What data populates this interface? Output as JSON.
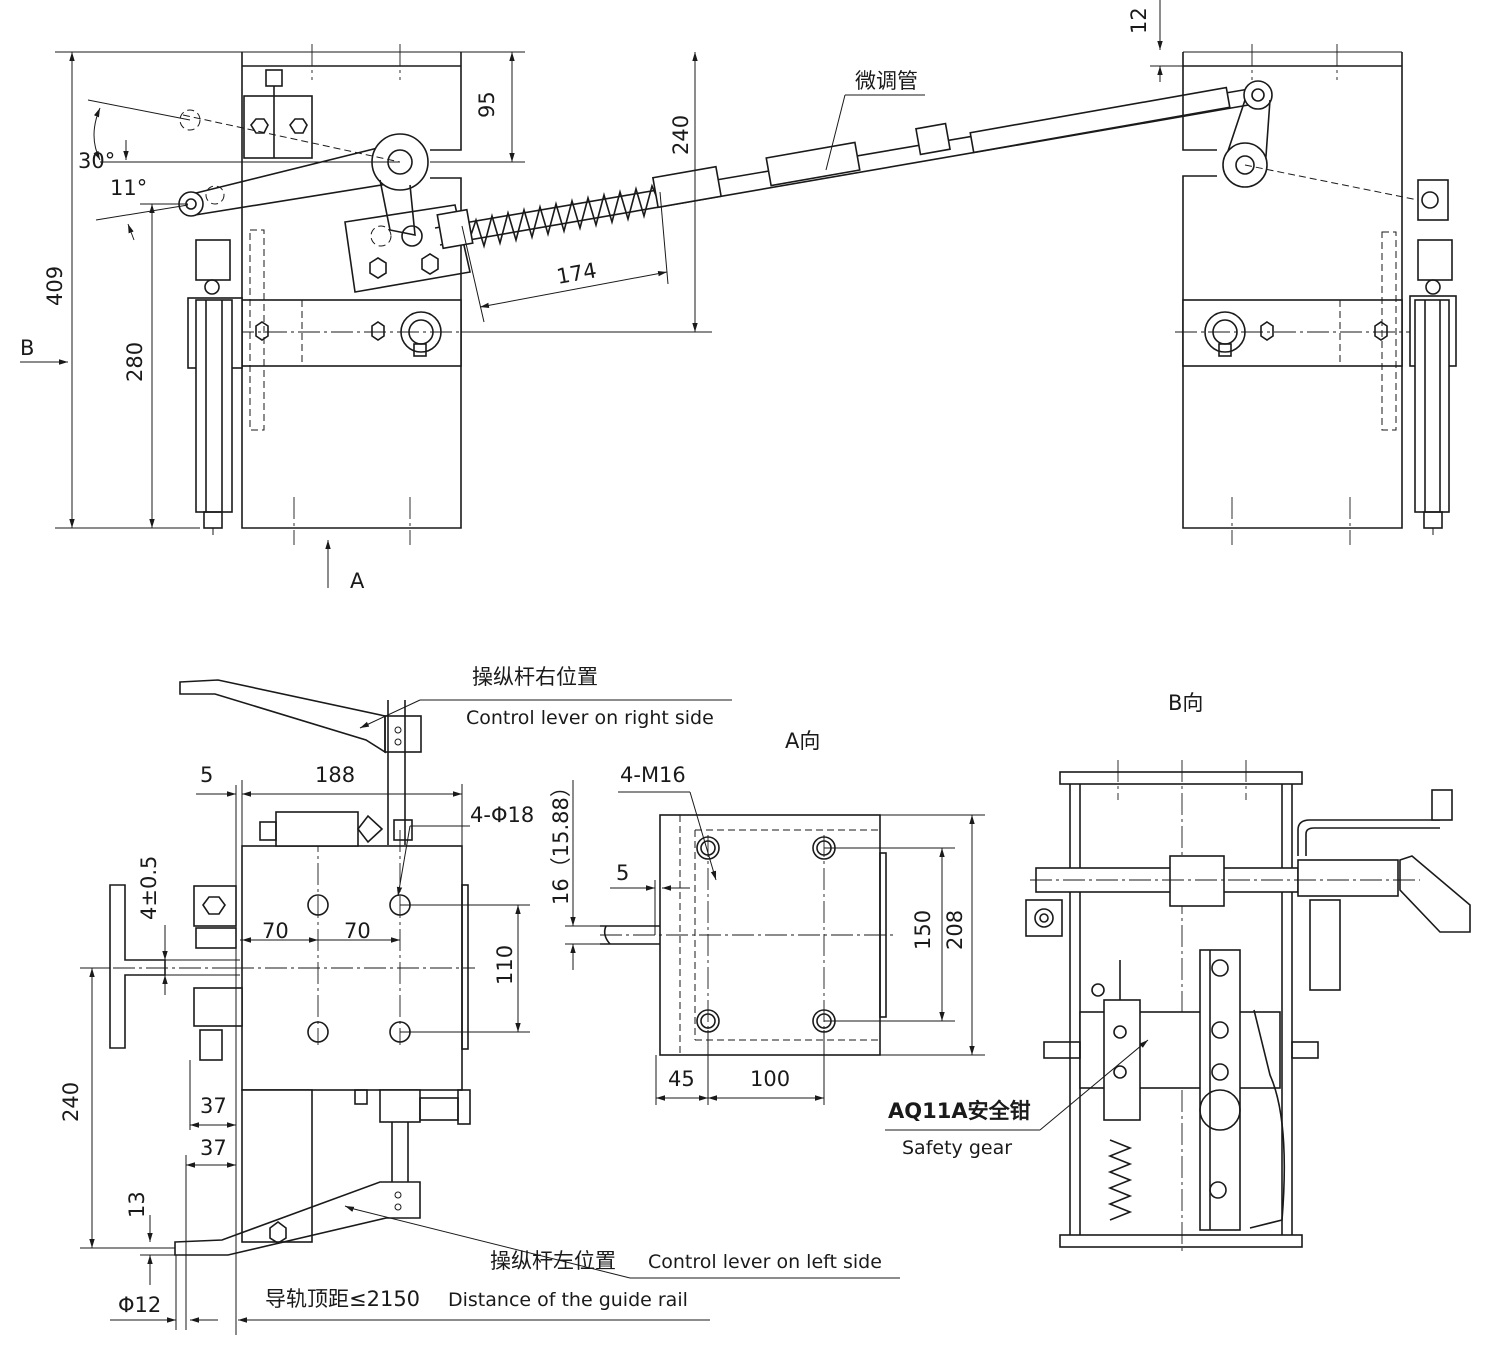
{
  "top_view": {
    "dims": {
      "d12": "12",
      "d95": "95",
      "d240": "240",
      "d409": "409",
      "d280": "280",
      "d174": "174",
      "a30": "30°",
      "a11": "11°"
    },
    "labels": {
      "fine_tube": "微调管",
      "view_b": "B",
      "view_a": "A"
    }
  },
  "left_view": {
    "dims": {
      "d5": "5",
      "d188": "188",
      "d4pm": "4±0.5",
      "d70a": "70",
      "d70b": "70",
      "d110": "110",
      "d240": "240",
      "d37a": "37",
      "d37b": "37",
      "d13": "13",
      "phi12": "Φ12",
      "holes": "4-Φ18"
    },
    "labels": {
      "right_cn": "操纵杆右位置",
      "right_en": "Control lever on right side",
      "left_cn": "操纵杆左位置",
      "left_en": "Control lever on left side",
      "rail_cn": "导轨顶距≤2150",
      "rail_en": "Distance of the guide rail"
    }
  },
  "a_view": {
    "title": "A向",
    "dims": {
      "holes": "4-M16",
      "d5": "5",
      "d16": "16（15.88）",
      "d150": "150",
      "d208": "208",
      "d45": "45",
      "d100": "100"
    }
  },
  "b_view": {
    "title": "B向",
    "labels": {
      "gear_cn": "AQ11A安全钳",
      "gear_en": "Safety gear"
    }
  }
}
